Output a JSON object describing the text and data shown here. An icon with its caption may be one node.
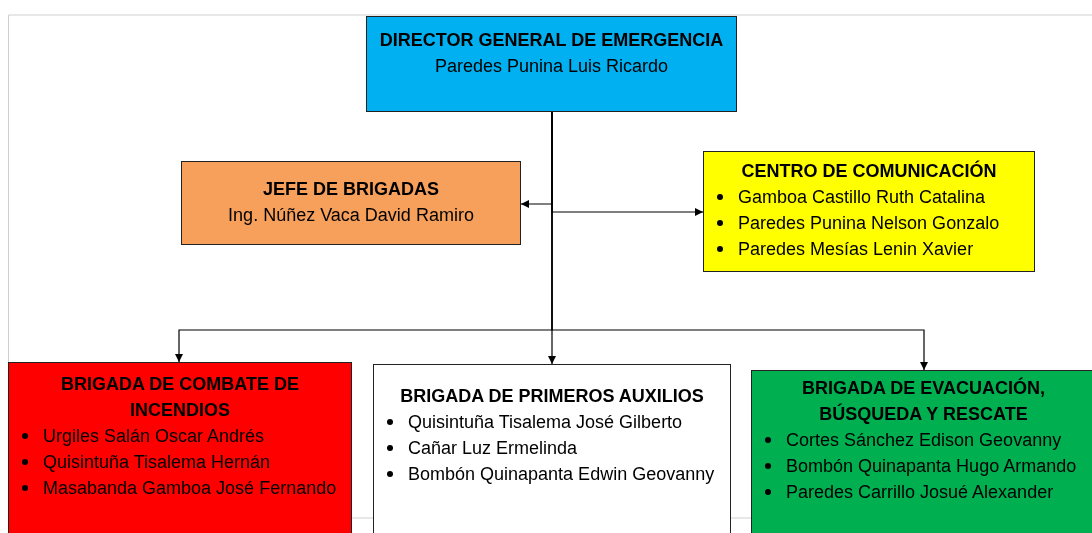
{
  "diagram": {
    "nodes": [
      {
        "text": [
          "DIRECTOR GENERAL DE EMERGENCIA",
          "Paredes Punina Luis Ricardo"
        ]
      },
      {
        "text": [
          "JEFE DE BRIGADAS",
          "Ing. Núñez Vaca David Ramiro"
        ]
      },
      {
        "text": [
          "CENTRO DE COMUNICACIÓN",
          "Gamboa Castillo Ruth Catalina",
          "Paredes Punina Nelson Gonzalo",
          "Paredes Mesías Lenin Xavier"
        ]
      },
      {
        "text": [
          "BRIGADA DE COMBATE DE INCENDIOS",
          "Urgiles Salán Oscar Andrés",
          "Quisintuña Tisalema Hernán",
          "Masabanda Gamboa José Fernando"
        ]
      },
      {
        "text": [
          "BRIGADA DE PRIMEROS AUXILIOS",
          "Quisintuña Tisalema José Gilberto",
          "Cañar Luz Ermelinda",
          "Bombón Quinapanta Edwin Geovanny"
        ]
      },
      {
        "text": [
          "BRIGADA DE EVACUACIÓN, BÚSQUEDA Y RESCATE",
          "Cortes Sánchez Edison Geovanny",
          "Bombón Quinapanta Hugo Armando",
          "Paredes Carrillo Josué Alexander"
        ]
      }
    ],
    "edges": [
      {
        "from": 0,
        "to": 1,
        "arrow": "to"
      },
      {
        "from": 0,
        "to": 2,
        "arrow": "to"
      },
      {
        "from": 0,
        "to": 3,
        "arrow": "to"
      },
      {
        "from": 0,
        "to": 4,
        "arrow": "to"
      },
      {
        "from": 0,
        "to": 5,
        "arrow": "to"
      }
    ]
  }
}
